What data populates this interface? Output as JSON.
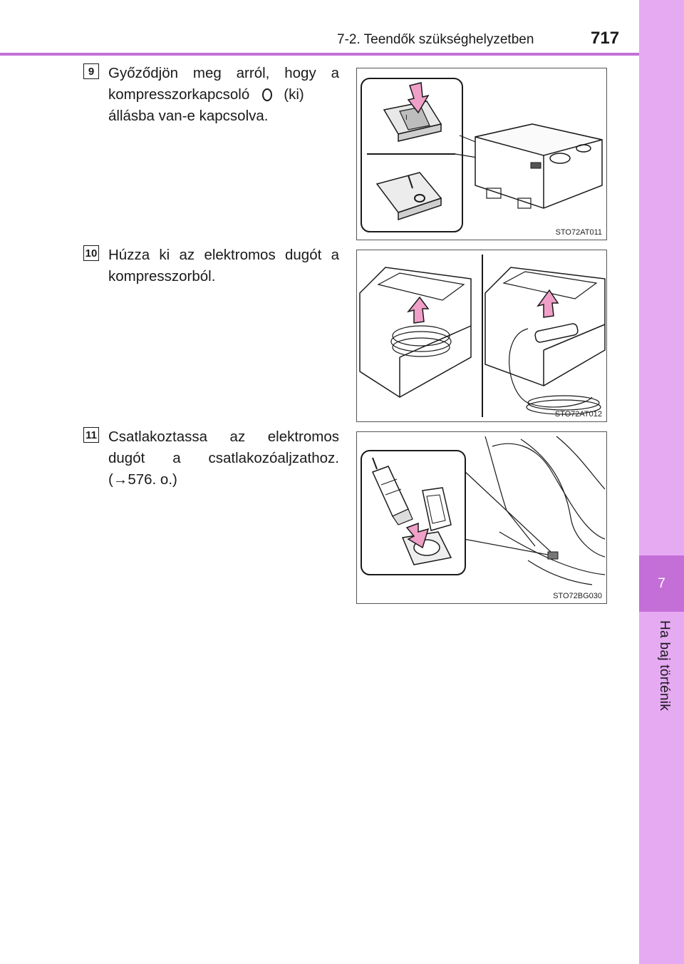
{
  "header": {
    "section": "7-2. Teendők szükséghelyzetben",
    "page_number": "717"
  },
  "side_tab": {
    "chapter_number": "7",
    "chapter_title": "Ha baj történik"
  },
  "steps": [
    {
      "number": "9",
      "text_before_icon": "Győződjön meg arról, hogy a kompresszorkapcsoló",
      "icon": "off-circle-icon",
      "text_after_icon": "(ki) állásba van-e kapcsolva.",
      "figure_code": "STO72AT011"
    },
    {
      "number": "10",
      "text": "Húzza ki az elektromos dugót a kompresszorból.",
      "figure_code": "STO72AT012"
    },
    {
      "number": "11",
      "text": "Csatlakoztassa az elektromos dugót a csatlakozóaljzathoz. (→576. o.)",
      "figure_code": "STO72BG030"
    }
  ],
  "colors": {
    "tab_light": "#e6aaf3",
    "tab_dark": "#c46fd8",
    "arrow_pink": "#f0a0c8"
  }
}
